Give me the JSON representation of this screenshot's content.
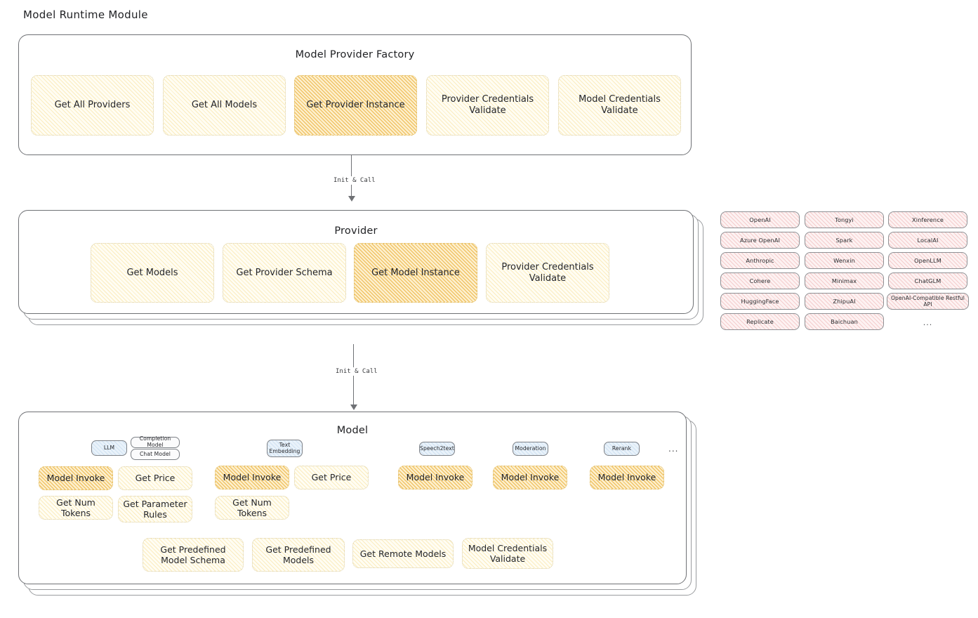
{
  "diagram": {
    "title": "Model Runtime Module"
  },
  "factory": {
    "title": "Model Provider Factory",
    "nodes": [
      {
        "label": "Get All Providers",
        "highlighted": false
      },
      {
        "label": "Get All Models",
        "highlighted": false
      },
      {
        "label": "Get Provider Instance",
        "highlighted": true
      },
      {
        "label": "Provider Credentials Validate",
        "highlighted": false
      },
      {
        "label": "Model Credentials Validate",
        "highlighted": false
      }
    ]
  },
  "arrows": [
    {
      "label": "Init & Call"
    },
    {
      "label": "Init & Call"
    }
  ],
  "provider": {
    "title": "Provider",
    "nodes": [
      {
        "label": "Get Models",
        "highlighted": false
      },
      {
        "label": "Get Provider Schema",
        "highlighted": false
      },
      {
        "label": "Get Model Instance",
        "highlighted": true
      },
      {
        "label": "Provider Credentials Validate",
        "highlighted": false
      }
    ]
  },
  "provider_list": {
    "columns": [
      [
        "OpenAI",
        "Azure OpenAI",
        "Anthropic",
        "Cohere",
        "HuggingFace",
        "Replicate"
      ],
      [
        "Tongyi",
        "Spark",
        "Wenxin",
        "Minimax",
        "ZhipuAI",
        "Baichuan"
      ],
      [
        "Xinference",
        "LocalAI",
        "OpenLLM",
        "ChatGLM",
        "OpenAI-Compatible Restful API"
      ]
    ],
    "ellipsis": "..."
  },
  "model": {
    "title": "Model",
    "ellipsis": "...",
    "badges": [
      {
        "label": "LLM"
      },
      {
        "label": "Completion Model"
      },
      {
        "label": "Chat Model"
      },
      {
        "label": "Text Embedding"
      },
      {
        "label": "Speech2text"
      },
      {
        "label": "Moderation"
      },
      {
        "label": "Rerank"
      }
    ],
    "nodes": [
      {
        "label": "Model Invoke",
        "highlighted": true
      },
      {
        "label": "Get Price",
        "highlighted": false
      },
      {
        "label": "Get Num Tokens",
        "highlighted": false
      },
      {
        "label": "Get Parameter Rules",
        "highlighted": false
      },
      {
        "label": "Model Invoke",
        "highlighted": true
      },
      {
        "label": "Get Price",
        "highlighted": false
      },
      {
        "label": "Get Num Tokens",
        "highlighted": false
      },
      {
        "label": "Model Invoke",
        "highlighted": true
      },
      {
        "label": "Model Invoke",
        "highlighted": true
      },
      {
        "label": "Model Invoke",
        "highlighted": true
      },
      {
        "label": "Get Predefined Model Schema",
        "highlighted": false
      },
      {
        "label": "Get Predefined Models",
        "highlighted": false
      },
      {
        "label": "Get Remote Models",
        "highlighted": false
      },
      {
        "label": "Model Credentials Validate",
        "highlighted": false
      }
    ]
  },
  "colors": {
    "highlight_amber": "#e9aa28",
    "light_amber": "#f0c446",
    "provider_pink": "#e28484",
    "badge_blue": "#78aad7",
    "stroke_gray": "#6f7175"
  }
}
